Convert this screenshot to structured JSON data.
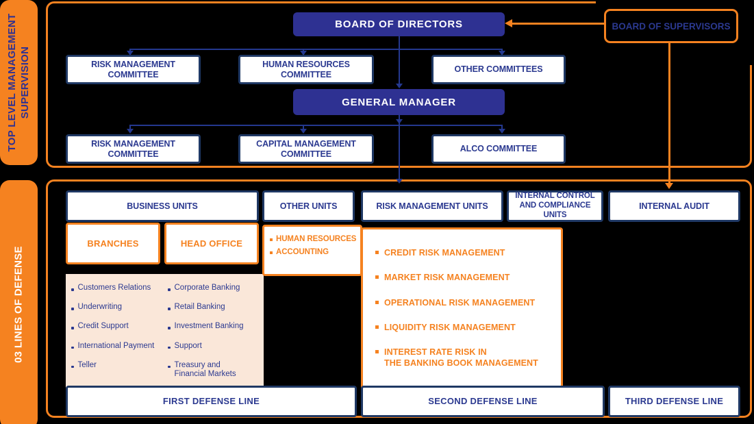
{
  "colors": {
    "background": "#000000",
    "orange": "#F58220",
    "indigo_fill": "#2E3192",
    "navy_border": "#1F3864",
    "navy_text": "#2B3990",
    "cream": "#FAE7D9",
    "white": "#FFFFFF"
  },
  "left_tabs": {
    "top": "TOP LEVEL MANAGEMENT\nSUPERVISION",
    "bottom": "03 LINES OF DEFENSE"
  },
  "top_section": {
    "board_of_directors": "BOARD OF DIRECTORS",
    "board_of_supervisors": "BOARD OF SUPERVISORS",
    "committees_row1": [
      "RISK MANAGEMENT COMMITTEE",
      "HUMAN RESOURCES COMMITTEE",
      "OTHER COMMITTEES"
    ],
    "general_manager": "GENERAL MANAGER",
    "committees_row2": [
      "RISK MANAGEMENT COMMITTEE",
      "CAPITAL MANAGEMENT COMMITTEE",
      "ALCO COMMITTEE"
    ]
  },
  "bottom_section": {
    "headers": [
      "BUSINESS UNITS",
      "OTHER UNITS",
      "RISK MANAGEMENT UNITS",
      "INTERNAL CONTROL\nAND COMPLIANCE UNITS",
      "INTERNAL AUDIT"
    ],
    "business_units": {
      "branches_label": "BRANCHES",
      "head_office_label": "HEAD OFFICE",
      "branches_items": [
        "Customers Relations",
        "Underwriting",
        "Credit Support",
        "International Payment",
        "Teller"
      ],
      "head_office_items": [
        "Corporate Banking",
        "Retail Banking",
        "Investment Banking",
        "Support",
        "Treasury and\nFinancial Markets"
      ]
    },
    "other_units_items": [
      "HUMAN RESOURCES",
      "ACCOUNTING"
    ],
    "risk_management_items": [
      "CREDIT RISK MANAGEMENT",
      "MARKET RISK MANAGEMENT",
      "OPERATIONAL RISK MANAGEMENT",
      "LIQUIDITY RISK MANAGEMENT",
      "INTEREST RATE RISK IN\nTHE BANKING BOOK MANAGEMENT"
    ],
    "defense_lines": [
      "FIRST DEFENSE LINE",
      "SECOND DEFENSE LINE",
      "THIRD DEFENSE LINE"
    ]
  }
}
